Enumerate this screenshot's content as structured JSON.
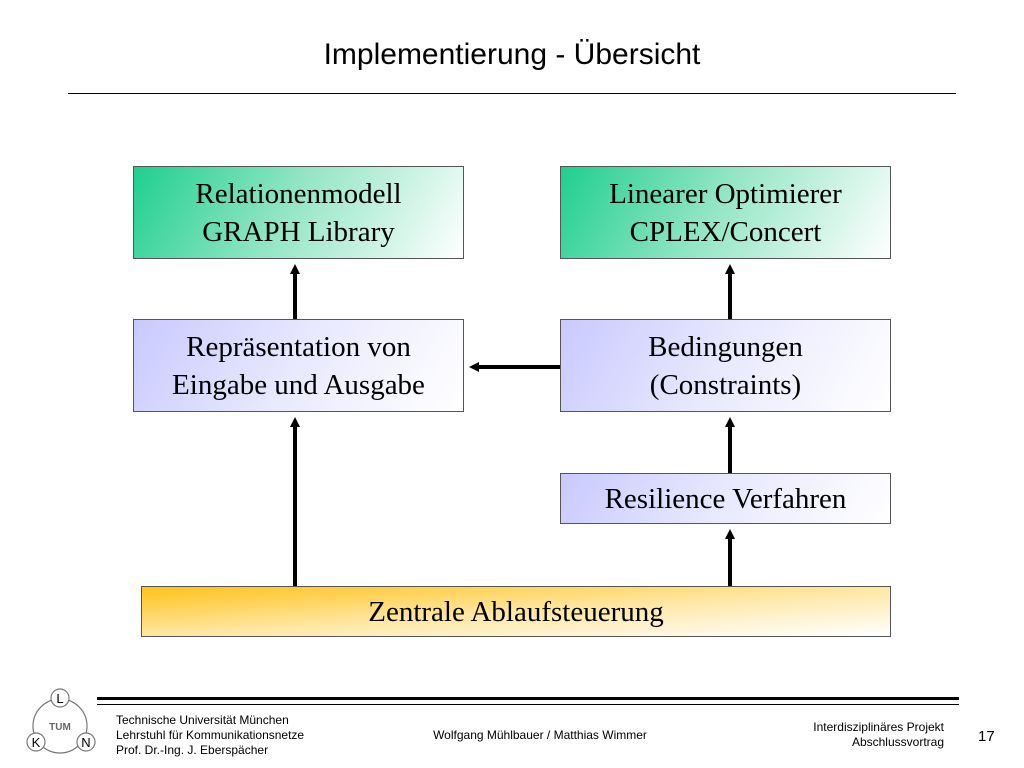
{
  "slide": {
    "title": "Implementierung - Übersicht",
    "page_number": "17"
  },
  "diagram": {
    "boxes": {
      "relationenmodell": {
        "line1": "Relationenmodell",
        "line2": "GRAPH Library"
      },
      "linearer_optimierer": {
        "line1": "Linearer Optimierer",
        "line2": "CPLEX/Concert"
      },
      "repraesentation": {
        "line1": "Repräsentation von",
        "line2": "Eingabe und Ausgabe"
      },
      "bedingungen": {
        "line1": "Bedingungen",
        "line2": "(Constraints)"
      },
      "resilience": {
        "label": "Resilience Verfahren"
      },
      "zentrale": {
        "label": "Zentrale Ablaufsteuerung"
      }
    },
    "colors": {
      "library_boxes": "#1fcf8f",
      "module_boxes": "#c9c9ff",
      "control_box": "#ffc41f"
    }
  },
  "footer": {
    "institution_line1": "Technische Universität München",
    "institution_line2": "Lehrstuhl für Kommunikationsnetze",
    "institution_line3": "Prof. Dr.-Ing. J. Eberspächer",
    "authors": "Wolfgang Mühlbauer / Matthias Wimmer",
    "project_line1": "Interdisziplinäres Projekt",
    "project_line2": "Abschlussvortrag",
    "logo_letters": {
      "top": "L",
      "left": "K",
      "right": "N",
      "center": "TUM"
    }
  }
}
